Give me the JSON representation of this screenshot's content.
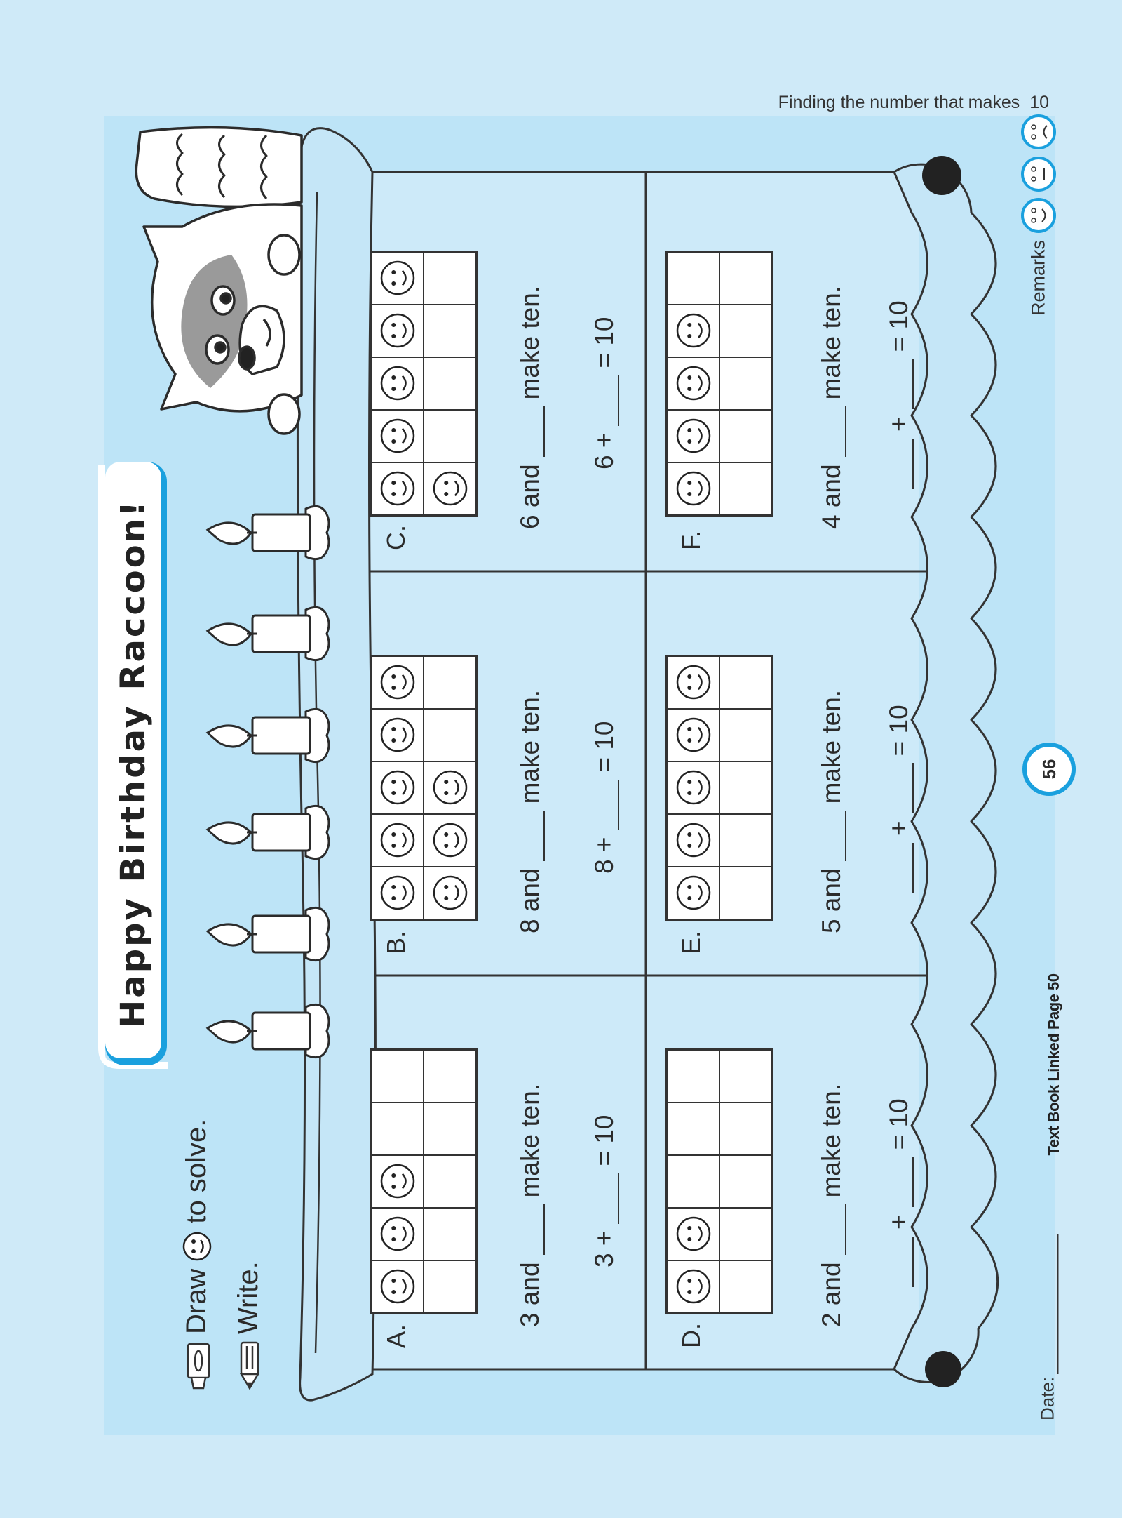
{
  "header": {
    "topic": "Finding the number that makes  10"
  },
  "title": "Happy Birthday Raccoon!",
  "instructions": {
    "draw_prefix": "Draw",
    "draw_suffix": "to solve.",
    "write": "Write."
  },
  "problems": [
    {
      "label": "A.",
      "filled": 3,
      "line1_start": "3 and",
      "line1_end": "make ten.",
      "line2_start": "3 +",
      "line2_mid": "",
      "line2_end": "= 10"
    },
    {
      "label": "B.",
      "filled": 8,
      "line1_start": "8 and",
      "line1_end": "make ten.",
      "line2_start": "8 +",
      "line2_mid": "",
      "line2_end": "= 10"
    },
    {
      "label": "C.",
      "filled": 6,
      "line1_start": "6 and",
      "line1_end": "make ten.",
      "line2_start": "6 +",
      "line2_mid": "",
      "line2_end": "= 10"
    },
    {
      "label": "D.",
      "filled": 2,
      "line1_start": "2 and",
      "line1_end": "make ten.",
      "line2_start": "",
      "line2_mid": "+",
      "line2_end": "= 10"
    },
    {
      "label": "E.",
      "filled": 5,
      "line1_start": "5 and",
      "line1_end": "make ten.",
      "line2_start": "",
      "line2_mid": "+",
      "line2_end": "= 10"
    },
    {
      "label": "F.",
      "filled": 4,
      "line1_start": "4 and",
      "line1_end": "make ten.",
      "line2_start": "",
      "line2_mid": "+",
      "line2_end": "= 10"
    }
  ],
  "footer": {
    "remarks": "Remarks",
    "date_label": "Date:",
    "textbook_link": "Text Book Linked Page 50",
    "page_number": "56"
  },
  "remarks_faces": [
    "happy-face",
    "neutral-face",
    "sad-face"
  ],
  "colors": {
    "page": "#cfeaf8",
    "panel": "#bde4f7",
    "accent": "#1aa0de",
    "ink": "#333333"
  }
}
